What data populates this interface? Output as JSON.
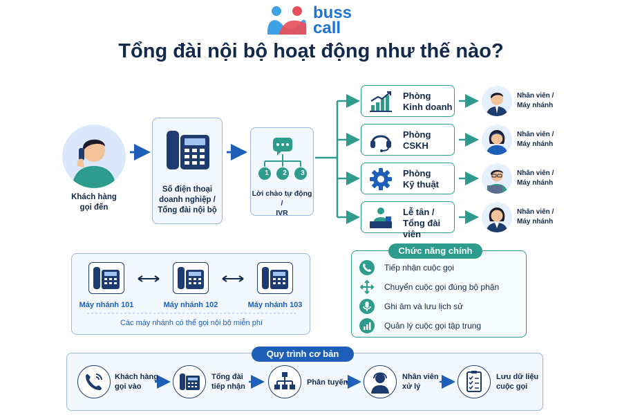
{
  "brand": {
    "name_line1": "buss",
    "name_line2": "call"
  },
  "title": "Tổng đài nội bộ hoạt động như thế nào?",
  "flow": {
    "customer": {
      "line1": "Khách hàng",
      "line2": "gọi đến"
    },
    "pbx": {
      "line1": "Số điện thoại",
      "line2": "doanh nghiệp /",
      "line3": "Tổng đài nội bộ"
    },
    "ivr": {
      "line1": "Lời chào tự động /",
      "line2": "IVR",
      "keys": [
        "1",
        "2",
        "3"
      ]
    }
  },
  "departments": [
    {
      "line1": "Phòng",
      "line2": "Kinh doanh",
      "icon": "chart-icon"
    },
    {
      "line1": "Phòng",
      "line2": "CSKH",
      "icon": "headset-icon"
    },
    {
      "line1": "Phòng",
      "line2": "Kỹ thuật",
      "icon": "gear-icon"
    },
    {
      "line1": "Lễ tân /",
      "line2": "Tổng đài viên",
      "icon": "receptionist-icon"
    }
  ],
  "staff": [
    {
      "line1": "Nhân viên /",
      "line2": "Máy nhánh"
    },
    {
      "line1": "Nhân viên /",
      "line2": "Máy nhánh"
    },
    {
      "line1": "Nhân viên /",
      "line2": "Máy nhánh"
    },
    {
      "line1": "Nhân viên /",
      "line2": "Máy nhánh"
    }
  ],
  "extensions": {
    "items": [
      "Máy nhánh 101",
      "Máy nhánh 102",
      "Máy nhánh 103"
    ],
    "caption": "Các máy nhánh có thể gọi nội bộ miễn phí"
  },
  "functions": {
    "title": "Chức năng chính",
    "items": [
      {
        "label": "Tiếp nhận cuộc gọi",
        "icon": "phone-icon"
      },
      {
        "label": "Chuyển cuộc gọi đúng bộ phận",
        "icon": "transfer-icon"
      },
      {
        "label": "Ghi âm và lưu lịch sử",
        "icon": "microphone-icon"
      },
      {
        "label": "Quản lý cuộc gọi tập trung",
        "icon": "stats-icon"
      }
    ]
  },
  "process": {
    "title": "Quy trình cơ bản",
    "steps": [
      {
        "line1": "Khách hàng",
        "line2": "gọi vào",
        "icon": "incoming-call-icon"
      },
      {
        "line1": "Tổng đài",
        "line2": "tiếp nhận",
        "icon": "desk-phone-icon"
      },
      {
        "line1": "Phân tuyến",
        "line2": "",
        "icon": "routing-icon"
      },
      {
        "line1": "Nhân viên",
        "line2": "xử lý",
        "icon": "agent-icon"
      },
      {
        "line1": "Lưu dữ liệu",
        "line2": "cuộc gọi",
        "icon": "checklist-icon"
      }
    ]
  },
  "colors": {
    "navy": "#13294b",
    "blue": "#1d5fb8",
    "teal": "#2e9c8c",
    "logo_red": "#e8505b",
    "logo_blue": "#3fa2e6"
  }
}
